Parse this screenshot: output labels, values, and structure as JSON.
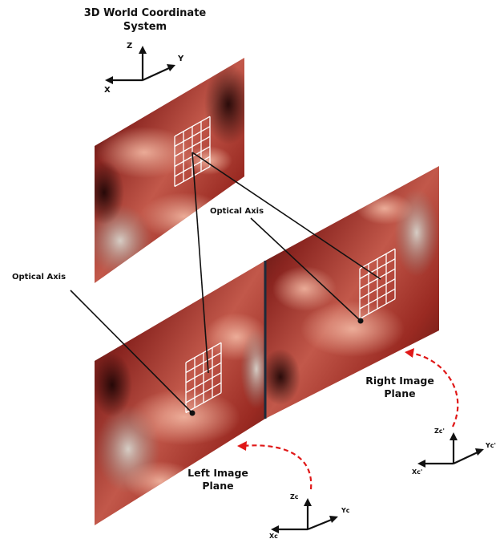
{
  "title": {
    "line1": "3D World Coordinate",
    "line2": "System"
  },
  "world_axes": {
    "z": "Z",
    "y": "Y",
    "x": "X"
  },
  "labels": {
    "optical_axis_top": "Optical Axis",
    "optical_axis_left": "Optical Axis"
  },
  "left_plane": {
    "label_line1": "Left Image",
    "label_line2": "Plane",
    "axes": {
      "z": "Zc",
      "y": "Yc",
      "x": "Xc"
    }
  },
  "right_plane": {
    "label_line1": "Right Image",
    "label_line2": "Plane",
    "axes": {
      "z": "Zc'",
      "y": "Yc'",
      "x": "Xc'"
    }
  },
  "colors": {
    "tissue_dark": "#5a1410",
    "tissue_mid": "#a8322a",
    "tissue_light": "#e0907a",
    "grid": "#ffffff",
    "arrow_dashed": "#e01818",
    "line": "#111111"
  }
}
